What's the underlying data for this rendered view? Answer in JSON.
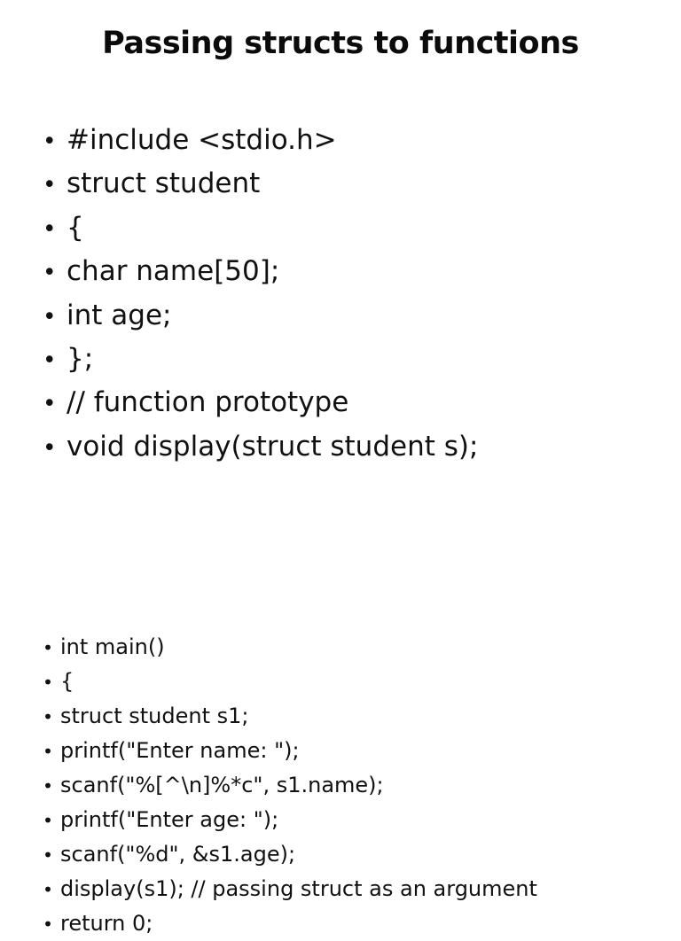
{
  "slide": {
    "title": "Passing structs to functions",
    "bullet_glyph": "•",
    "colors": {
      "background": "#ffffff",
      "text": "#111111"
    },
    "code_block_declaration": {
      "items": [
        "#include <stdio.h>",
        "struct student",
        "{",
        "char name[50];",
        "int age;",
        "};",
        "// function prototype",
        "void display(struct student s);"
      ]
    },
    "code_block_main": {
      "items": [
        "int main()",
        "{",
        "struct student s1;",
        "printf(\"Enter name: \");",
        "scanf(\"%[^\\n]%*c\", s1.name);",
        "printf(\"Enter age: \");",
        "scanf(\"%d\", &s1.age);",
        "display(s1); // passing struct as an argument",
        "return 0;"
      ]
    }
  }
}
